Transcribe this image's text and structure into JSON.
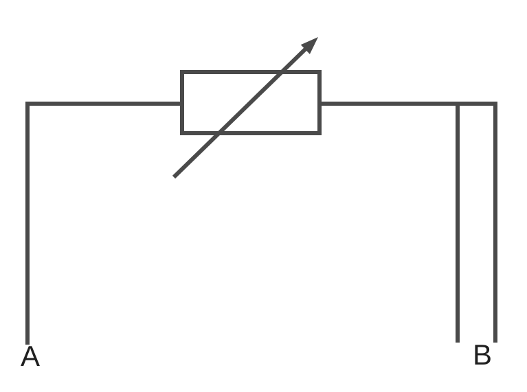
{
  "diagram": {
    "kind": "circuit-diagram",
    "component": "variable-resistor-rheostat",
    "terminals": {
      "left": "A",
      "right": "B"
    },
    "colors": {
      "wire": "#4a4a4a",
      "label": "#1f1f1f",
      "background": "#ffffff"
    }
  }
}
